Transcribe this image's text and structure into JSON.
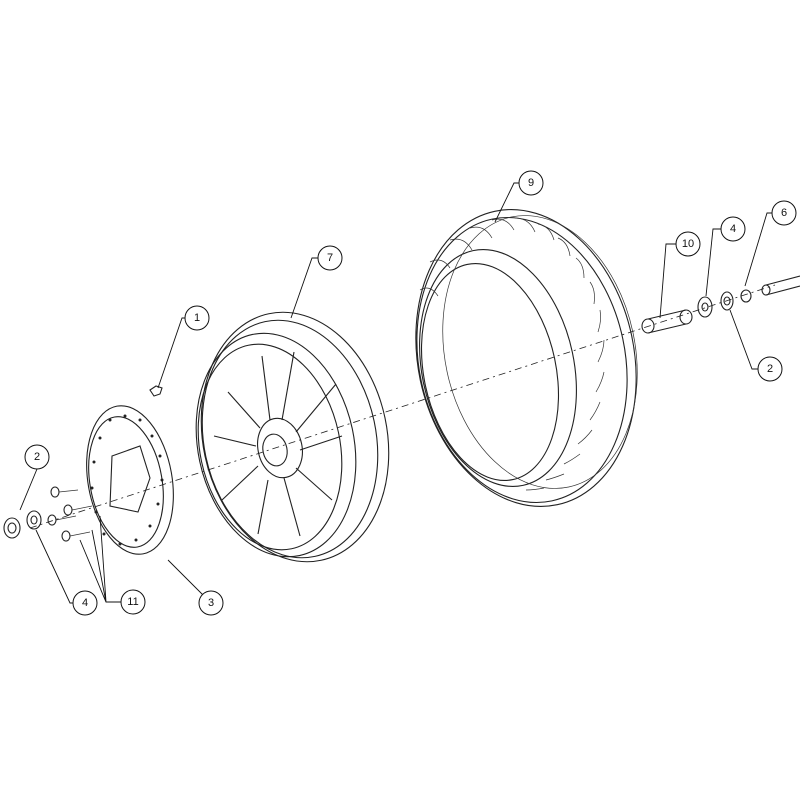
{
  "callouts": [
    {
      "id": "c1",
      "label": "1"
    },
    {
      "id": "c2a",
      "label": "2"
    },
    {
      "id": "c2b",
      "label": "2"
    },
    {
      "id": "c3",
      "label": "3"
    },
    {
      "id": "c4a",
      "label": "4"
    },
    {
      "id": "c4b",
      "label": "4"
    },
    {
      "id": "c6",
      "label": "6"
    },
    {
      "id": "c7",
      "label": "7"
    },
    {
      "id": "c9",
      "label": "9"
    },
    {
      "id": "c10",
      "label": "10"
    },
    {
      "id": "c11",
      "label": "11"
    }
  ]
}
